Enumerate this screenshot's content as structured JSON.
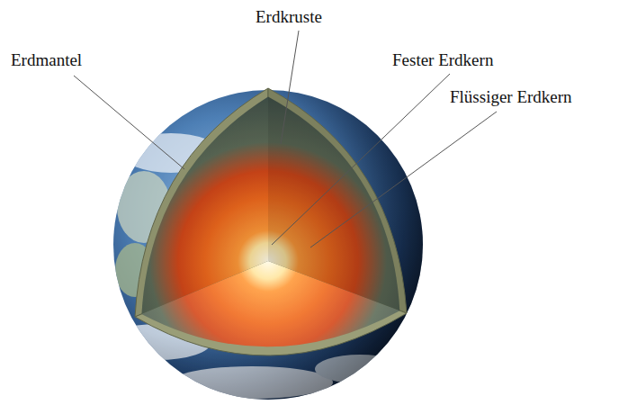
{
  "diagram": {
    "labels": [
      "Erdmantel",
      "Erdkruste",
      "Fester Erdkern",
      "Flüssiger Erdkern"
    ]
  }
}
